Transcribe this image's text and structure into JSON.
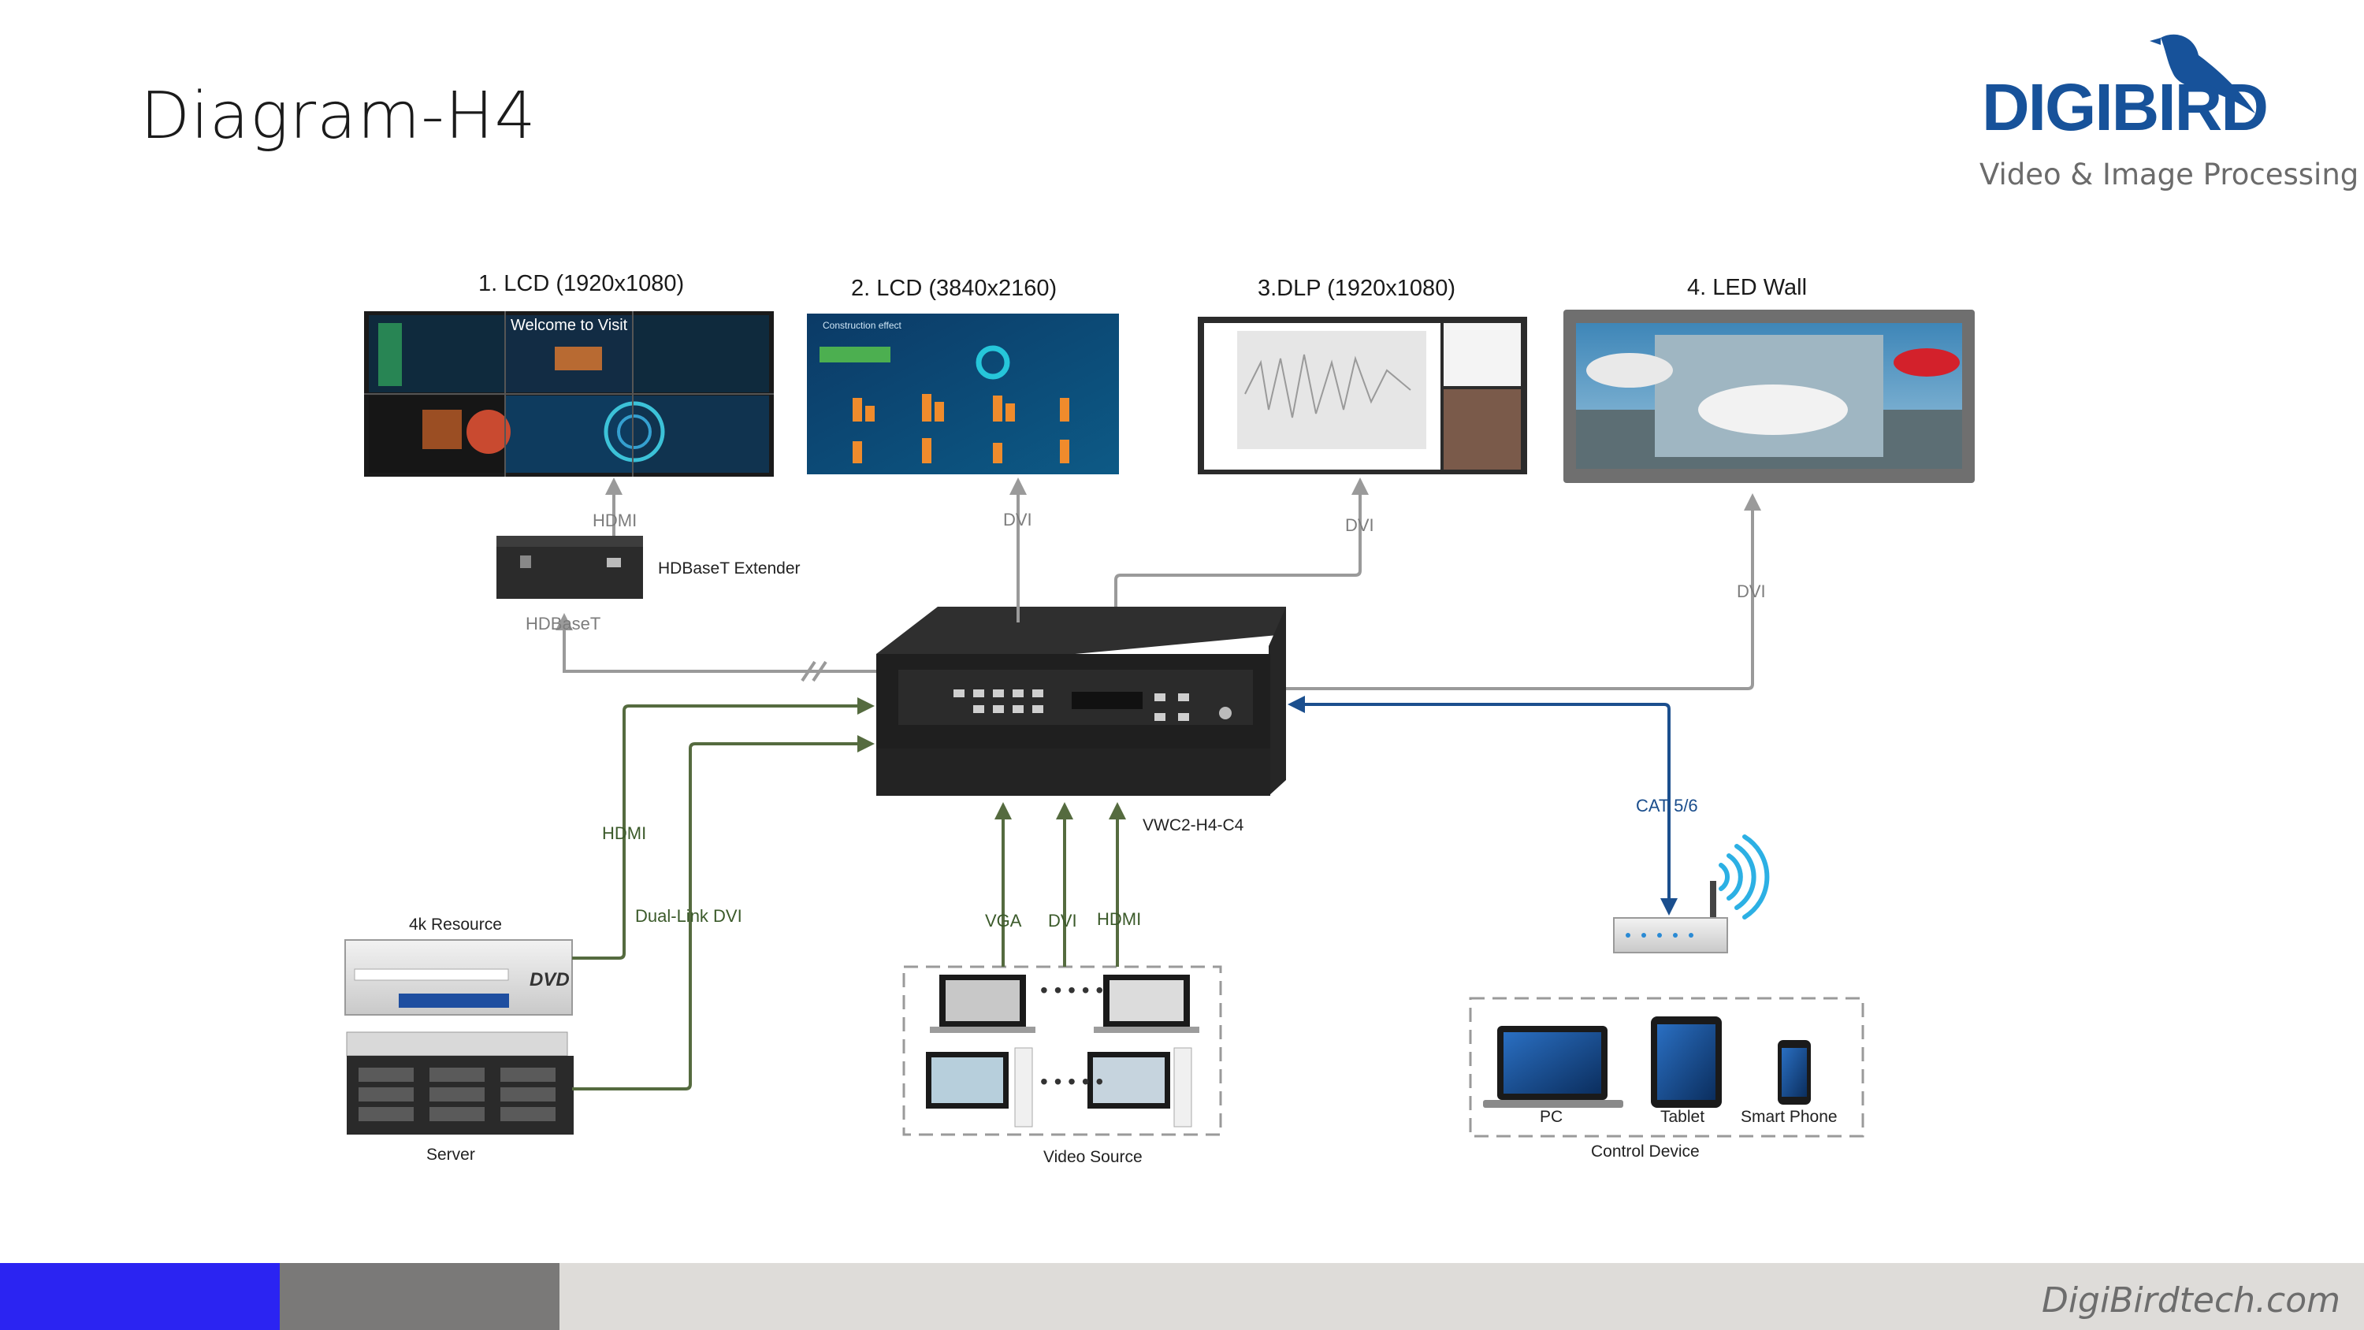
{
  "slide": {
    "title": "Diagram-H4",
    "brand": "DIGIBIRD",
    "tagline": "Video & Image Processing",
    "footer_url": "DigiBirdtech.com"
  },
  "screens": [
    {
      "label": "1. LCD (1920x1080)",
      "overlay_text": "Welcome to Visit"
    },
    {
      "label": "2. LCD (3840x2160)",
      "overlay_text": "Construction effect"
    },
    {
      "label": "3.DLP (1920x1080)"
    },
    {
      "label": "4. LED Wall"
    }
  ],
  "devices": {
    "extender": "HDBaseT Extender",
    "processor": "VWC2-H4-C4",
    "resource": "4k Resource",
    "server": "Server",
    "video_source": "Video Source",
    "control_device": "Control Device",
    "pc": "PC",
    "tablet": "Tablet",
    "phone": "Smart Phone",
    "dvd": "DVD"
  },
  "connections": {
    "hdmi_top": "HDMI",
    "dvi_screen2": "DVI",
    "dvi_screen3": "DVI",
    "dvi_screen4": "DVI",
    "hdbaset": "HDBaseT",
    "hdmi_left": "HDMI",
    "dual_link_dvi": "Dual-Link DVI",
    "vga": "VGA",
    "dvi_bottom": "DVI",
    "hdmi_bottom": "HDMI",
    "cat": "CAT 5/6"
  },
  "colors": {
    "gray_line": "#9a9a9a",
    "green_line": "#556b3f",
    "blue_line": "#1b4f8e",
    "brand_blue": "#17529a",
    "footer_blue": "#2b24f2",
    "footer_gray": "#7a7978",
    "footer_light": "#dedcd9"
  }
}
